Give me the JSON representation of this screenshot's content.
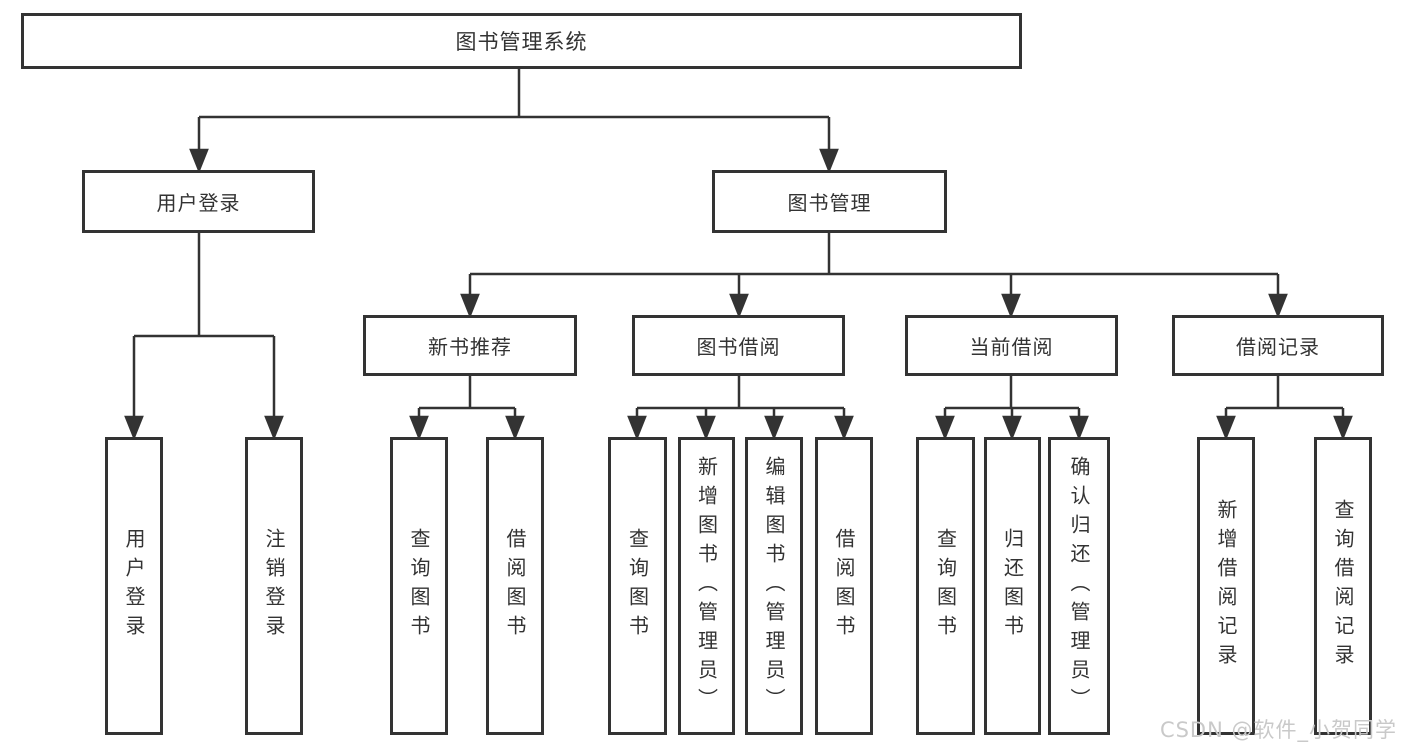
{
  "colors": {
    "background": "#ffffff",
    "line": "#333333",
    "box_border": "#333333",
    "text": "#333333",
    "watermark_text": "#c9c9c9"
  },
  "watermark": {
    "text": "CSDN @软件_小贺同学"
  },
  "diagram": {
    "root": {
      "label": "图书管理系统"
    },
    "level2": [
      {
        "label": "用户登录"
      },
      {
        "label": "图书管理"
      }
    ],
    "level3": [
      {
        "label": "新书推荐"
      },
      {
        "label": "图书借阅"
      },
      {
        "label": "当前借阅"
      },
      {
        "label": "借阅记录"
      }
    ],
    "leaves": {
      "user_login": [
        "用户登录",
        "注销登录"
      ],
      "new_book_recommend": [
        "查询图书",
        "借阅图书"
      ],
      "book_borrowing": [
        "查询图书",
        "新增图书（管理员）",
        "编辑图书（管理员）",
        "借阅图书"
      ],
      "current_borrowing": [
        "查询图书",
        "归还图书",
        "确认归还（管理员）"
      ],
      "borrowing_records": [
        "新增借阅记录",
        "查询借阅记录"
      ]
    }
  }
}
